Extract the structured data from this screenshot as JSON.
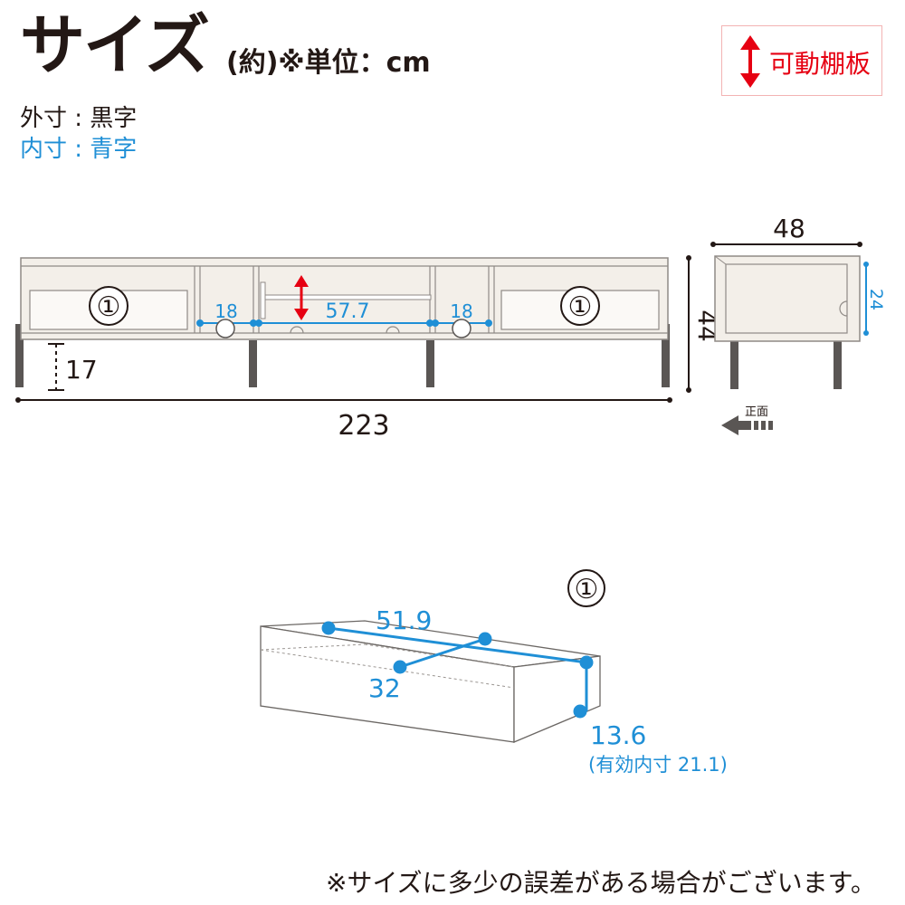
{
  "header": {
    "title": "サイズ",
    "unit_note": "(約)※単位：cm",
    "badge_label": "可動棚板"
  },
  "legend": {
    "outer": "外寸 : 黒字",
    "inner": "内寸 : 青字"
  },
  "front_view": {
    "drawer_marker_left": "①",
    "drawer_marker_right": "①",
    "inner_left_width": "18",
    "inner_center_width": "57.7",
    "inner_right_width": "18",
    "leg_height": "17",
    "total_height": "44",
    "total_width": "223"
  },
  "side_view": {
    "depth": "48",
    "inner_height": "24",
    "front_label": "正面"
  },
  "drawer_detail": {
    "marker": "①",
    "inner_width": "51.9",
    "inner_depth": "32",
    "inner_height": "13.6",
    "effective_note": "(有効内寸 21.1)"
  },
  "footnote": "※サイズに多少の誤差がある場合がございます。",
  "colors": {
    "outer_text": "#231815",
    "inner_text": "#1f8fd6",
    "accent_red": "#e60012"
  }
}
